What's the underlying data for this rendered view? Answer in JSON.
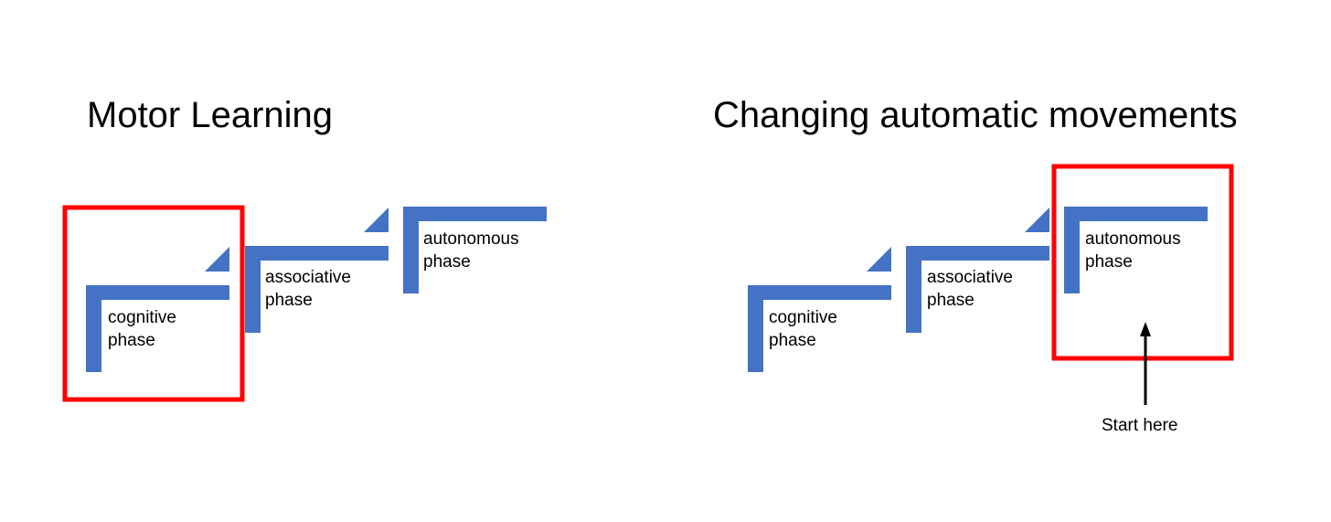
{
  "colors": {
    "step_blue": "#4472C4",
    "highlight_red": "#FF0000",
    "arrow_black": "#000000"
  },
  "left_diagram": {
    "title": "Motor Learning",
    "steps": [
      {
        "line1": "cognitive",
        "line2": "phase"
      },
      {
        "line1": "associative",
        "line2": "phase"
      },
      {
        "line1": "autonomous",
        "line2": "phase"
      }
    ]
  },
  "right_diagram": {
    "title": "Changing automatic movements",
    "steps": [
      {
        "line1": "cognitive",
        "line2": "phase"
      },
      {
        "line1": "associative",
        "line2": "phase"
      },
      {
        "line1": "autonomous",
        "line2": "phase"
      }
    ],
    "annotation": "Start here"
  }
}
